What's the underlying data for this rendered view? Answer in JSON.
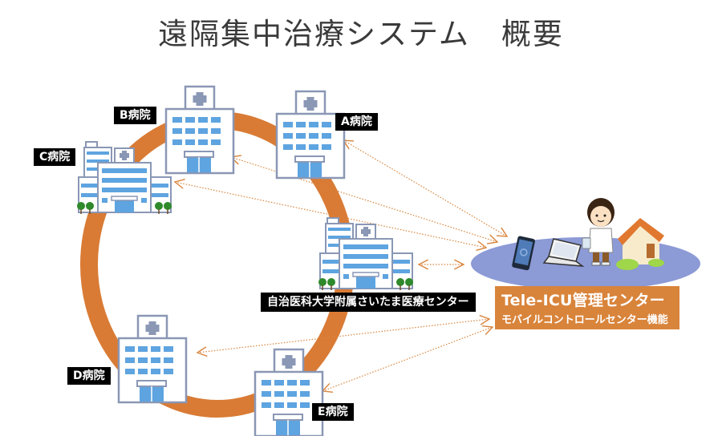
{
  "title": "遠隔集中治療システム　概要",
  "colors": {
    "ring": "#d97b35",
    "label_bg": "#000000",
    "label_text": "#ffffff",
    "tele_box": "#d9843b",
    "platform": "#8c9ad6",
    "window": "#5ea4e0",
    "building_outline": "#8a97b5",
    "arrow": "#d9843b"
  },
  "hospitals": [
    {
      "id": "a",
      "label": "A病院"
    },
    {
      "id": "b",
      "label": "B病院"
    },
    {
      "id": "c",
      "label": "C病院"
    },
    {
      "id": "d",
      "label": "D病院"
    },
    {
      "id": "e",
      "label": "E病院"
    }
  ],
  "center_hospital": {
    "label": "自治医科大学附属さいたま医療センター"
  },
  "tele_icu": {
    "title": "Tele-ICU管理センター",
    "subtitle": "モバイルコントロールセンター機能",
    "devices": [
      "smartphone-icon",
      "laptop-icon",
      "doctor-icon",
      "house-icon"
    ]
  }
}
